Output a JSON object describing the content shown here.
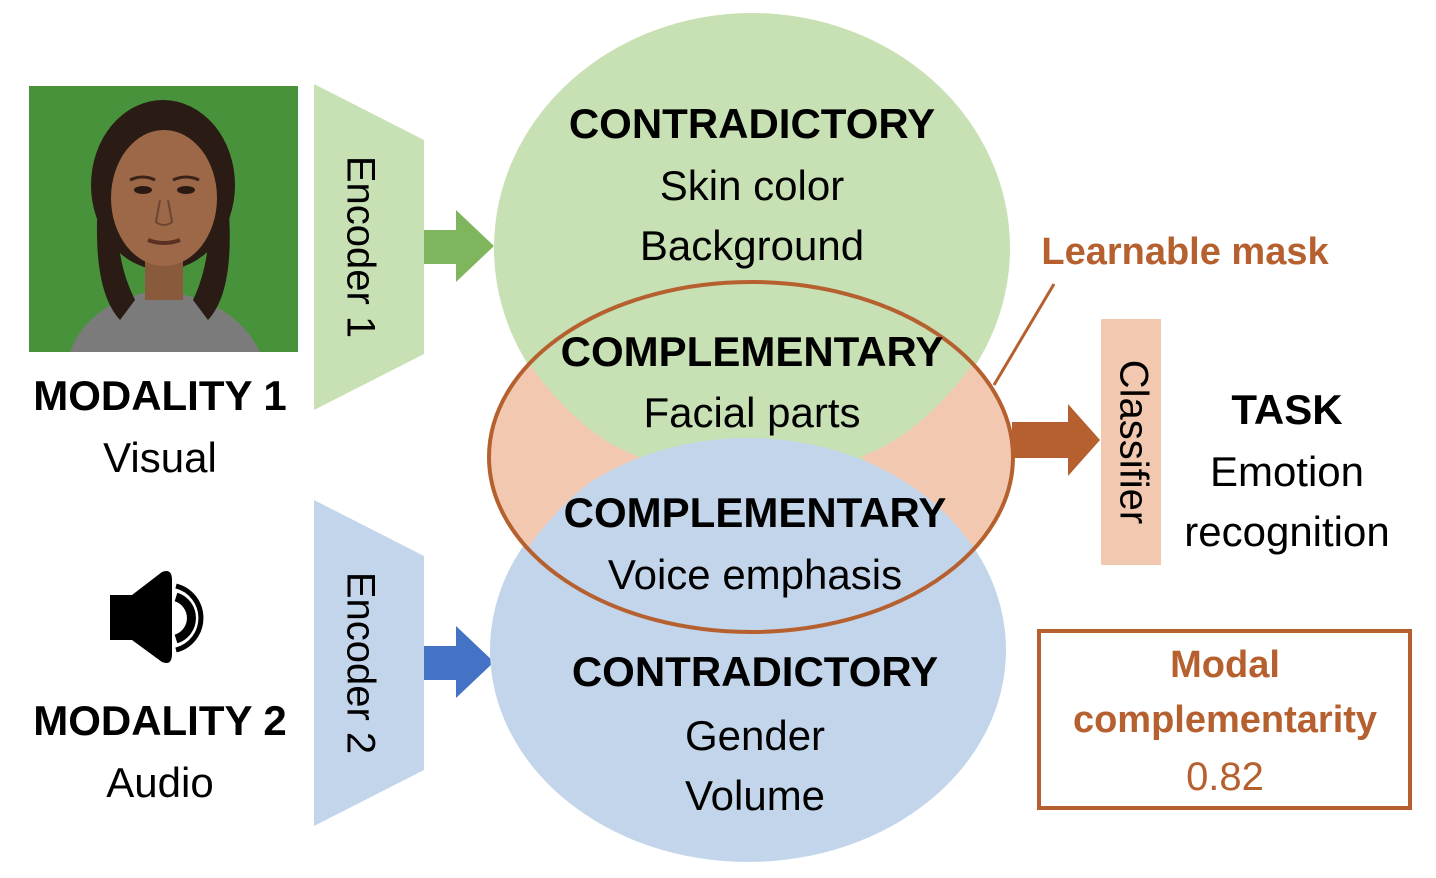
{
  "modality1": {
    "title": "MODALITY 1",
    "subtitle": "Visual",
    "icon": "face-photo"
  },
  "modality2": {
    "title": "MODALITY 2",
    "subtitle": "Audio",
    "icon": "speaker-icon"
  },
  "encoder1": {
    "label": "Encoder 1"
  },
  "encoder2": {
    "label": "Encoder 2"
  },
  "visual_circle": {
    "heading": "CONTRADICTORY",
    "lines": [
      "Skin color",
      "Background"
    ],
    "complementary_heading": "COMPLEMENTARY",
    "complementary_line": "Facial parts"
  },
  "audio_circle": {
    "complementary_heading": "COMPLEMENTARY",
    "complementary_line": "Voice emphasis",
    "heading": "CONTRADICTORY",
    "lines": [
      "Gender",
      "Volume"
    ]
  },
  "mask": {
    "label": "Learnable mask"
  },
  "classifier": {
    "label": "Classifier"
  },
  "task": {
    "title": "TASK",
    "lines": [
      "Emotion",
      "recognition"
    ]
  },
  "complementarity_box": {
    "lines": [
      "Modal",
      "complementarity"
    ],
    "value": "0.82"
  },
  "colors": {
    "visual_green": "#c7e0b4",
    "visual_arrow": "#7fb55c",
    "audio_blue": "#c3d5ea",
    "audio_arrow": "#4472c4",
    "mask_orange": "#f2c9b0",
    "mask_stroke": "#b5602e",
    "accent_brown": "#b5602e"
  }
}
